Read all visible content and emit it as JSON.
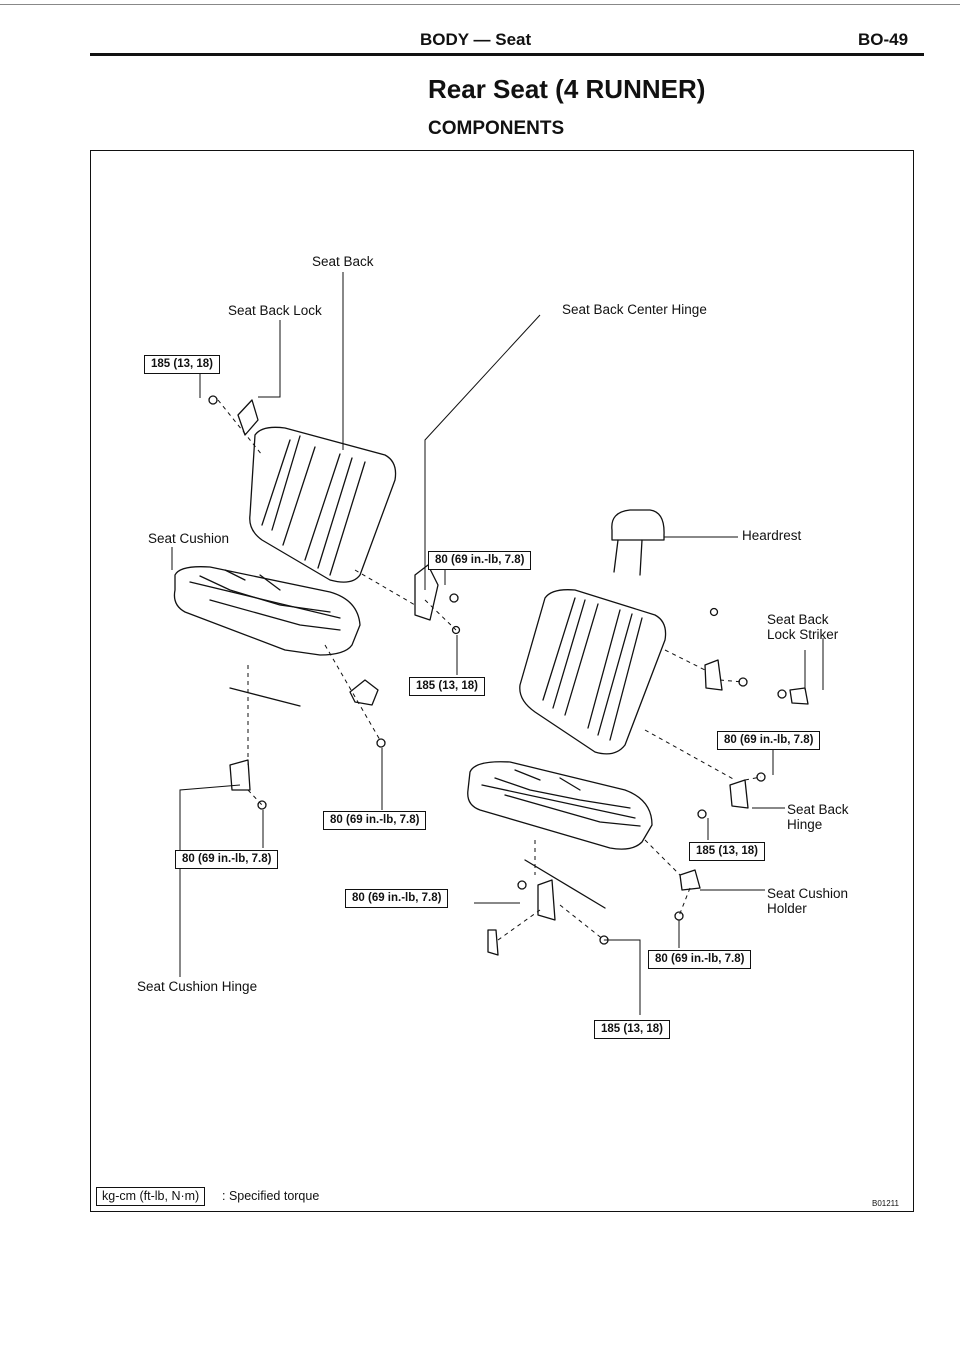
{
  "header": {
    "section": "BODY — Seat",
    "page": "BO-49"
  },
  "title": "Rear Seat (4 RUNNER)",
  "subtitle": "COMPONENTS",
  "labels": {
    "seat_back": "Seat Back",
    "seat_back_lock": "Seat Back Lock",
    "seat_back_center_hinge": "Seat Back Center Hinge",
    "seat_cushion": "Seat Cushion",
    "heardrest": "Heardrest",
    "seat_back_lock_striker_1": "Seat Back",
    "seat_back_lock_striker_2": "Lock Striker",
    "seat_back_hinge_1": "Seat Back",
    "seat_back_hinge_2": "Hinge",
    "seat_cushion_holder_1": "Seat Cushion",
    "seat_cushion_holder_2": "Holder",
    "seat_cushion_hinge": "Seat Cushion Hinge"
  },
  "torques": {
    "t185": "185 (13, 18)",
    "t80": "80 (69 in.-lb, 7.8)"
  },
  "legend": {
    "box": "kg-cm (ft-lb, N·m)",
    "text": ": Specified torque"
  },
  "figure_id": "B01211"
}
